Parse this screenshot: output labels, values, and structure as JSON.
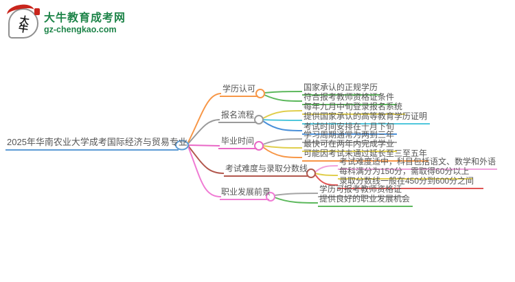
{
  "logo": {
    "icon_text": "大牛",
    "site_name": "大牛教育成考网",
    "site_url": "gz-chengkao.com"
  },
  "colors": {
    "brand_green": "#1e8449",
    "seal_red": "#c9251c",
    "root_underline": "#5b9bd5",
    "text": "#555555",
    "branch_orange": "#f79646",
    "branch_gray": "#9a9a9a",
    "branch_magenta": "#e966c6",
    "branch_brownred": "#b2574d",
    "branch_pink": "#f07bd4",
    "leaf_green": "#5cb85c",
    "leaf_yellow": "#e0ce4c",
    "leaf_cyan": "#4fc7dc",
    "leaf_blue": "#4a90d9",
    "leaf_gray": "#a5a5a5",
    "leaf_pink": "#f2a0dc",
    "leaf_red": "#e05555"
  },
  "mindmap": {
    "root": {
      "label": "2025年华南农业大学成考国际经济与贸易专业"
    },
    "branches": [
      {
        "label": "学历认可",
        "color": "#f79646",
        "children": [
          {
            "label": "国家承认的正规学历",
            "color": "#5cb85c"
          },
          {
            "label": "符合报考教师资格证条件",
            "color": "#5cb85c"
          }
        ]
      },
      {
        "label": "报名流程",
        "color": "#9a9a9a",
        "children": [
          {
            "label": "每年九月中旬登录报名系统",
            "color": "#e0ce4c"
          },
          {
            "label": "提供国家承认的高等教育学历证明",
            "color": "#4fc7dc"
          },
          {
            "label": "考试时间安排在十月下旬",
            "color": "#4a90d9"
          }
        ]
      },
      {
        "label": "毕业时间",
        "color": "#e966c6",
        "children": [
          {
            "label": "学习周期通常为两到三年",
            "color": "#a5a5a5"
          },
          {
            "label": "最快可在两年内完成学业",
            "color": "#e0ce4c"
          },
          {
            "label": "可能因考试未通过延长至三至五年",
            "color": "#f79646"
          }
        ]
      },
      {
        "label": "考试难度与录取分数线",
        "color": "#b2574d",
        "children": [
          {
            "label": "考试难度适中，科目包括语文、数学和外语",
            "color": "#f2a0dc"
          },
          {
            "label": "每科满分为150分，需取得60分以上",
            "color": "#e0ce4c"
          },
          {
            "label": "录取分数线一般在450分到600分之间",
            "color": "#e05555"
          }
        ]
      },
      {
        "label": "职业发展前景",
        "color": "#f07bd4",
        "children": [
          {
            "label": "学历可报考教师资格证",
            "color": "#a5a5a5"
          },
          {
            "label": "提供良好的职业发展机会",
            "color": "#5cb85c"
          }
        ]
      }
    ]
  }
}
